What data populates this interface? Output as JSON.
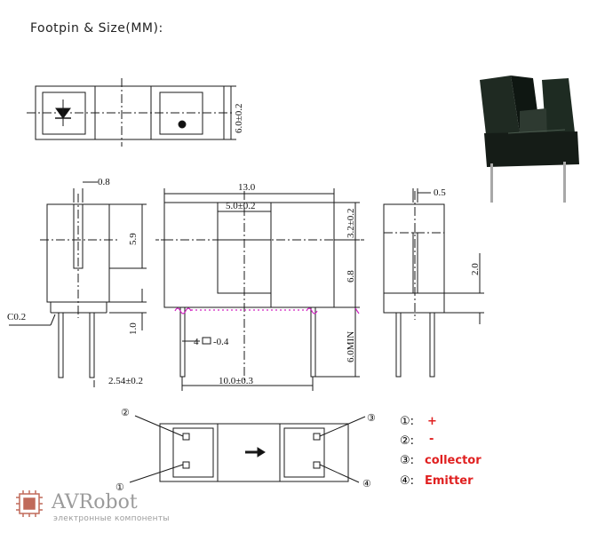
{
  "title": "Footpin & Size(MM):",
  "dims": {
    "top_h": "6.0±0.2",
    "left_w": "0.8",
    "left_h": "5.9",
    "chamfer": "C0.2",
    "lead_len": "1.0",
    "pitch_left": "2.54±0.2",
    "width": "13.0",
    "slot": "5.0±0.2",
    "top_part": "3.2±0.2",
    "slot_depth": "6.8",
    "pin_sq": "4",
    "pin_sq_size": "-0.4",
    "pin_pitch": "10.0±0.3",
    "lead_min": "6.0MIN",
    "right_w": "0.5",
    "right_h": "2.0"
  },
  "pins": {
    "p1": "①",
    "p2": "②",
    "p3": "③",
    "p4": "④"
  },
  "legend": [
    {
      "num": "①:",
      "label": "+"
    },
    {
      "num": "②:",
      "label": "-"
    },
    {
      "num": "③:",
      "label": "collector"
    },
    {
      "num": "④:",
      "label": "Emitter"
    }
  ],
  "brand": {
    "name": "AVRobot",
    "sub": "электронные компоненты"
  },
  "colors": {
    "line": "#1a1a1a",
    "legend_red": "#e02020",
    "brand_gray": "#9b9b9b",
    "magenta": "#d020c0"
  }
}
